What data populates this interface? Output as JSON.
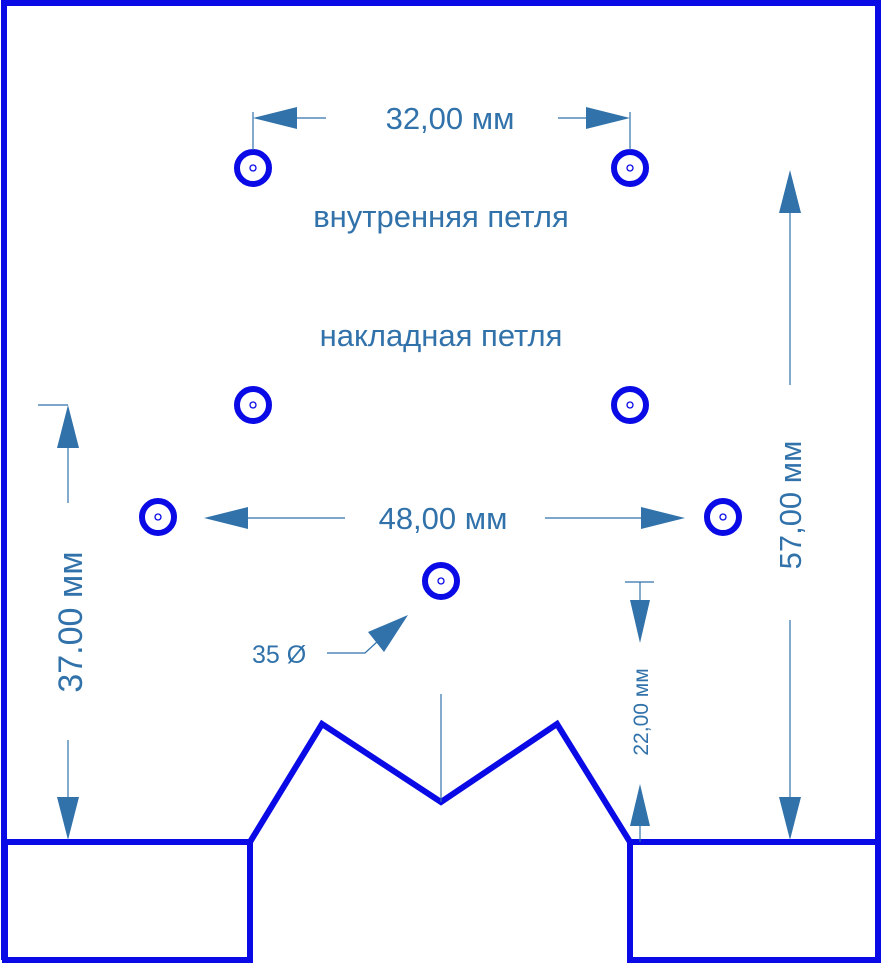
{
  "labels": {
    "inner_hinge": "внутренняя петля",
    "overlay_hinge": "накладная петля"
  },
  "dimensions": {
    "top_spacing": "32,00 мм",
    "middle_spacing": "48,00 мм",
    "right_height": "57,00 мм",
    "left_height": "37.00 мм",
    "notch_height": "22,00 мм",
    "diameter": "35 Ø"
  },
  "colors": {
    "outline": "#0a0ae6",
    "dimension": "#3172aa"
  }
}
